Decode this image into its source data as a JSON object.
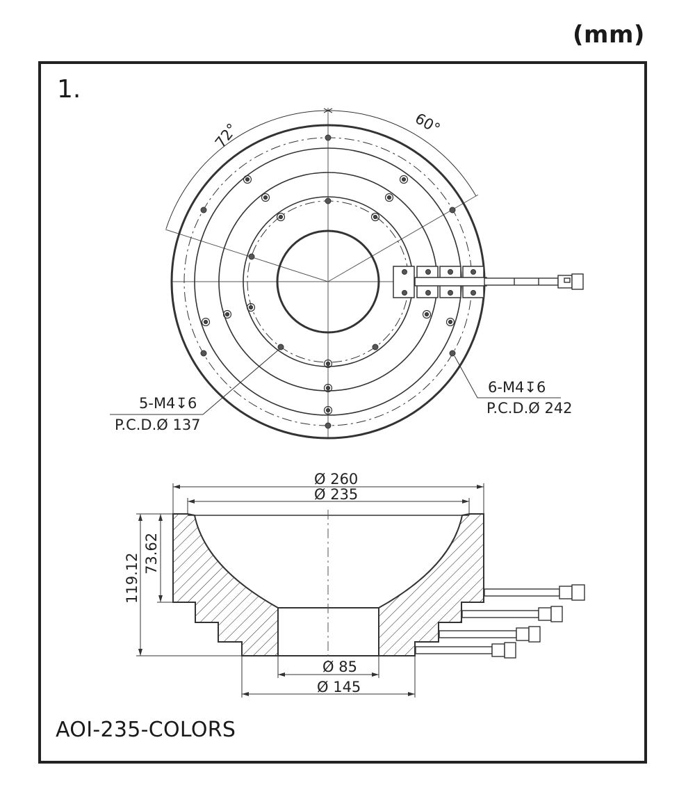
{
  "unit_label": "(mm)",
  "figure_number": "1.",
  "model_name": "AOI-235-COLORS",
  "top_view": {
    "angle_left": "72°",
    "angle_right": "60°",
    "callout_inner": {
      "line1": "5-M4↧6",
      "line2": "P.C.D.Ø 137"
    },
    "callout_outer": {
      "line1": "6-M4↧6",
      "line2": "P.C.D.Ø 242"
    }
  },
  "section_view": {
    "dia_outer": "Ø 260",
    "dia_opening": "Ø 235",
    "dia_hole": "Ø 85",
    "dia_base": "Ø 145",
    "height_total": "119.12",
    "height_dome": "73.62"
  }
}
